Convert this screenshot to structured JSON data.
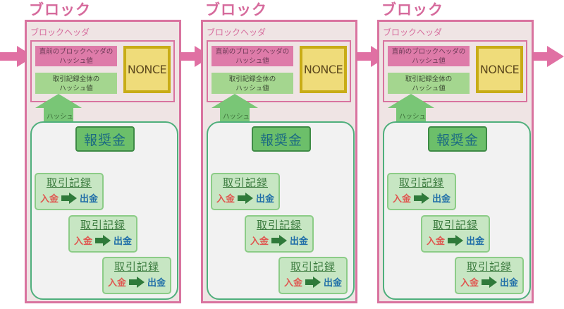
{
  "diagram": {
    "colors": {
      "block_border": "#d9739f",
      "block_fill": "#efe4e4",
      "prev_hash_fill": "#de7ba9",
      "tx_hash_fill": "#a4d68f",
      "nonce_fill": "#efdc7a",
      "nonce_border": "#c8ac16",
      "reward_fill": "#6cbf6a",
      "tx_fill": "#c7e6c3",
      "income_text": "#e0554f",
      "outgo_text": "#1f6ea8",
      "chain_arrow": "#e070a3",
      "hash_arrow": "#79c676"
    },
    "blocks": [
      {
        "title": "ブロック",
        "header_label": "ブロックヘッダ",
        "prev_hash_line1": "直前のブロックヘッダの",
        "prev_hash_line2": "ハッシュ値",
        "tx_hash_line1": "取引記録全体の",
        "tx_hash_line2": "ハッシュ値",
        "nonce": "NONCE",
        "hash_arrow_label": "ハッシュ",
        "reward": "報奨金",
        "transactions": [
          {
            "title": "取引記録",
            "income": "入金",
            "outgo": "出金"
          },
          {
            "title": "取引記録",
            "income": "入金",
            "outgo": "出金"
          },
          {
            "title": "取引記録",
            "income": "入金",
            "outgo": "出金"
          }
        ]
      },
      {
        "title": "ブロック",
        "header_label": "ブロックヘッダ",
        "prev_hash_line1": "直前のブロックヘッダの",
        "prev_hash_line2": "ハッシュ値",
        "tx_hash_line1": "取引記録全体の",
        "tx_hash_line2": "ハッシュ値",
        "nonce": "NONCE",
        "hash_arrow_label": "ハッシュ",
        "reward": "報奨金",
        "transactions": [
          {
            "title": "取引記録",
            "income": "入金",
            "outgo": "出金"
          },
          {
            "title": "取引記録",
            "income": "入金",
            "outgo": "出金"
          },
          {
            "title": "取引記録",
            "income": "入金",
            "outgo": "出金"
          }
        ]
      },
      {
        "title": "ブロック",
        "header_label": "ブロックヘッダ",
        "prev_hash_line1": "直前のブロックヘッダの",
        "prev_hash_line2": "ハッシュ値",
        "tx_hash_line1": "取引記録全体の",
        "tx_hash_line2": "ハッシュ値",
        "nonce": "NONCE",
        "hash_arrow_label": "ハッシュ",
        "reward": "報奨金",
        "transactions": [
          {
            "title": "取引記録",
            "income": "入金",
            "outgo": "出金"
          },
          {
            "title": "取引記録",
            "income": "入金",
            "outgo": "出金"
          },
          {
            "title": "取引記録",
            "income": "入金",
            "outgo": "出金"
          }
        ]
      }
    ]
  }
}
